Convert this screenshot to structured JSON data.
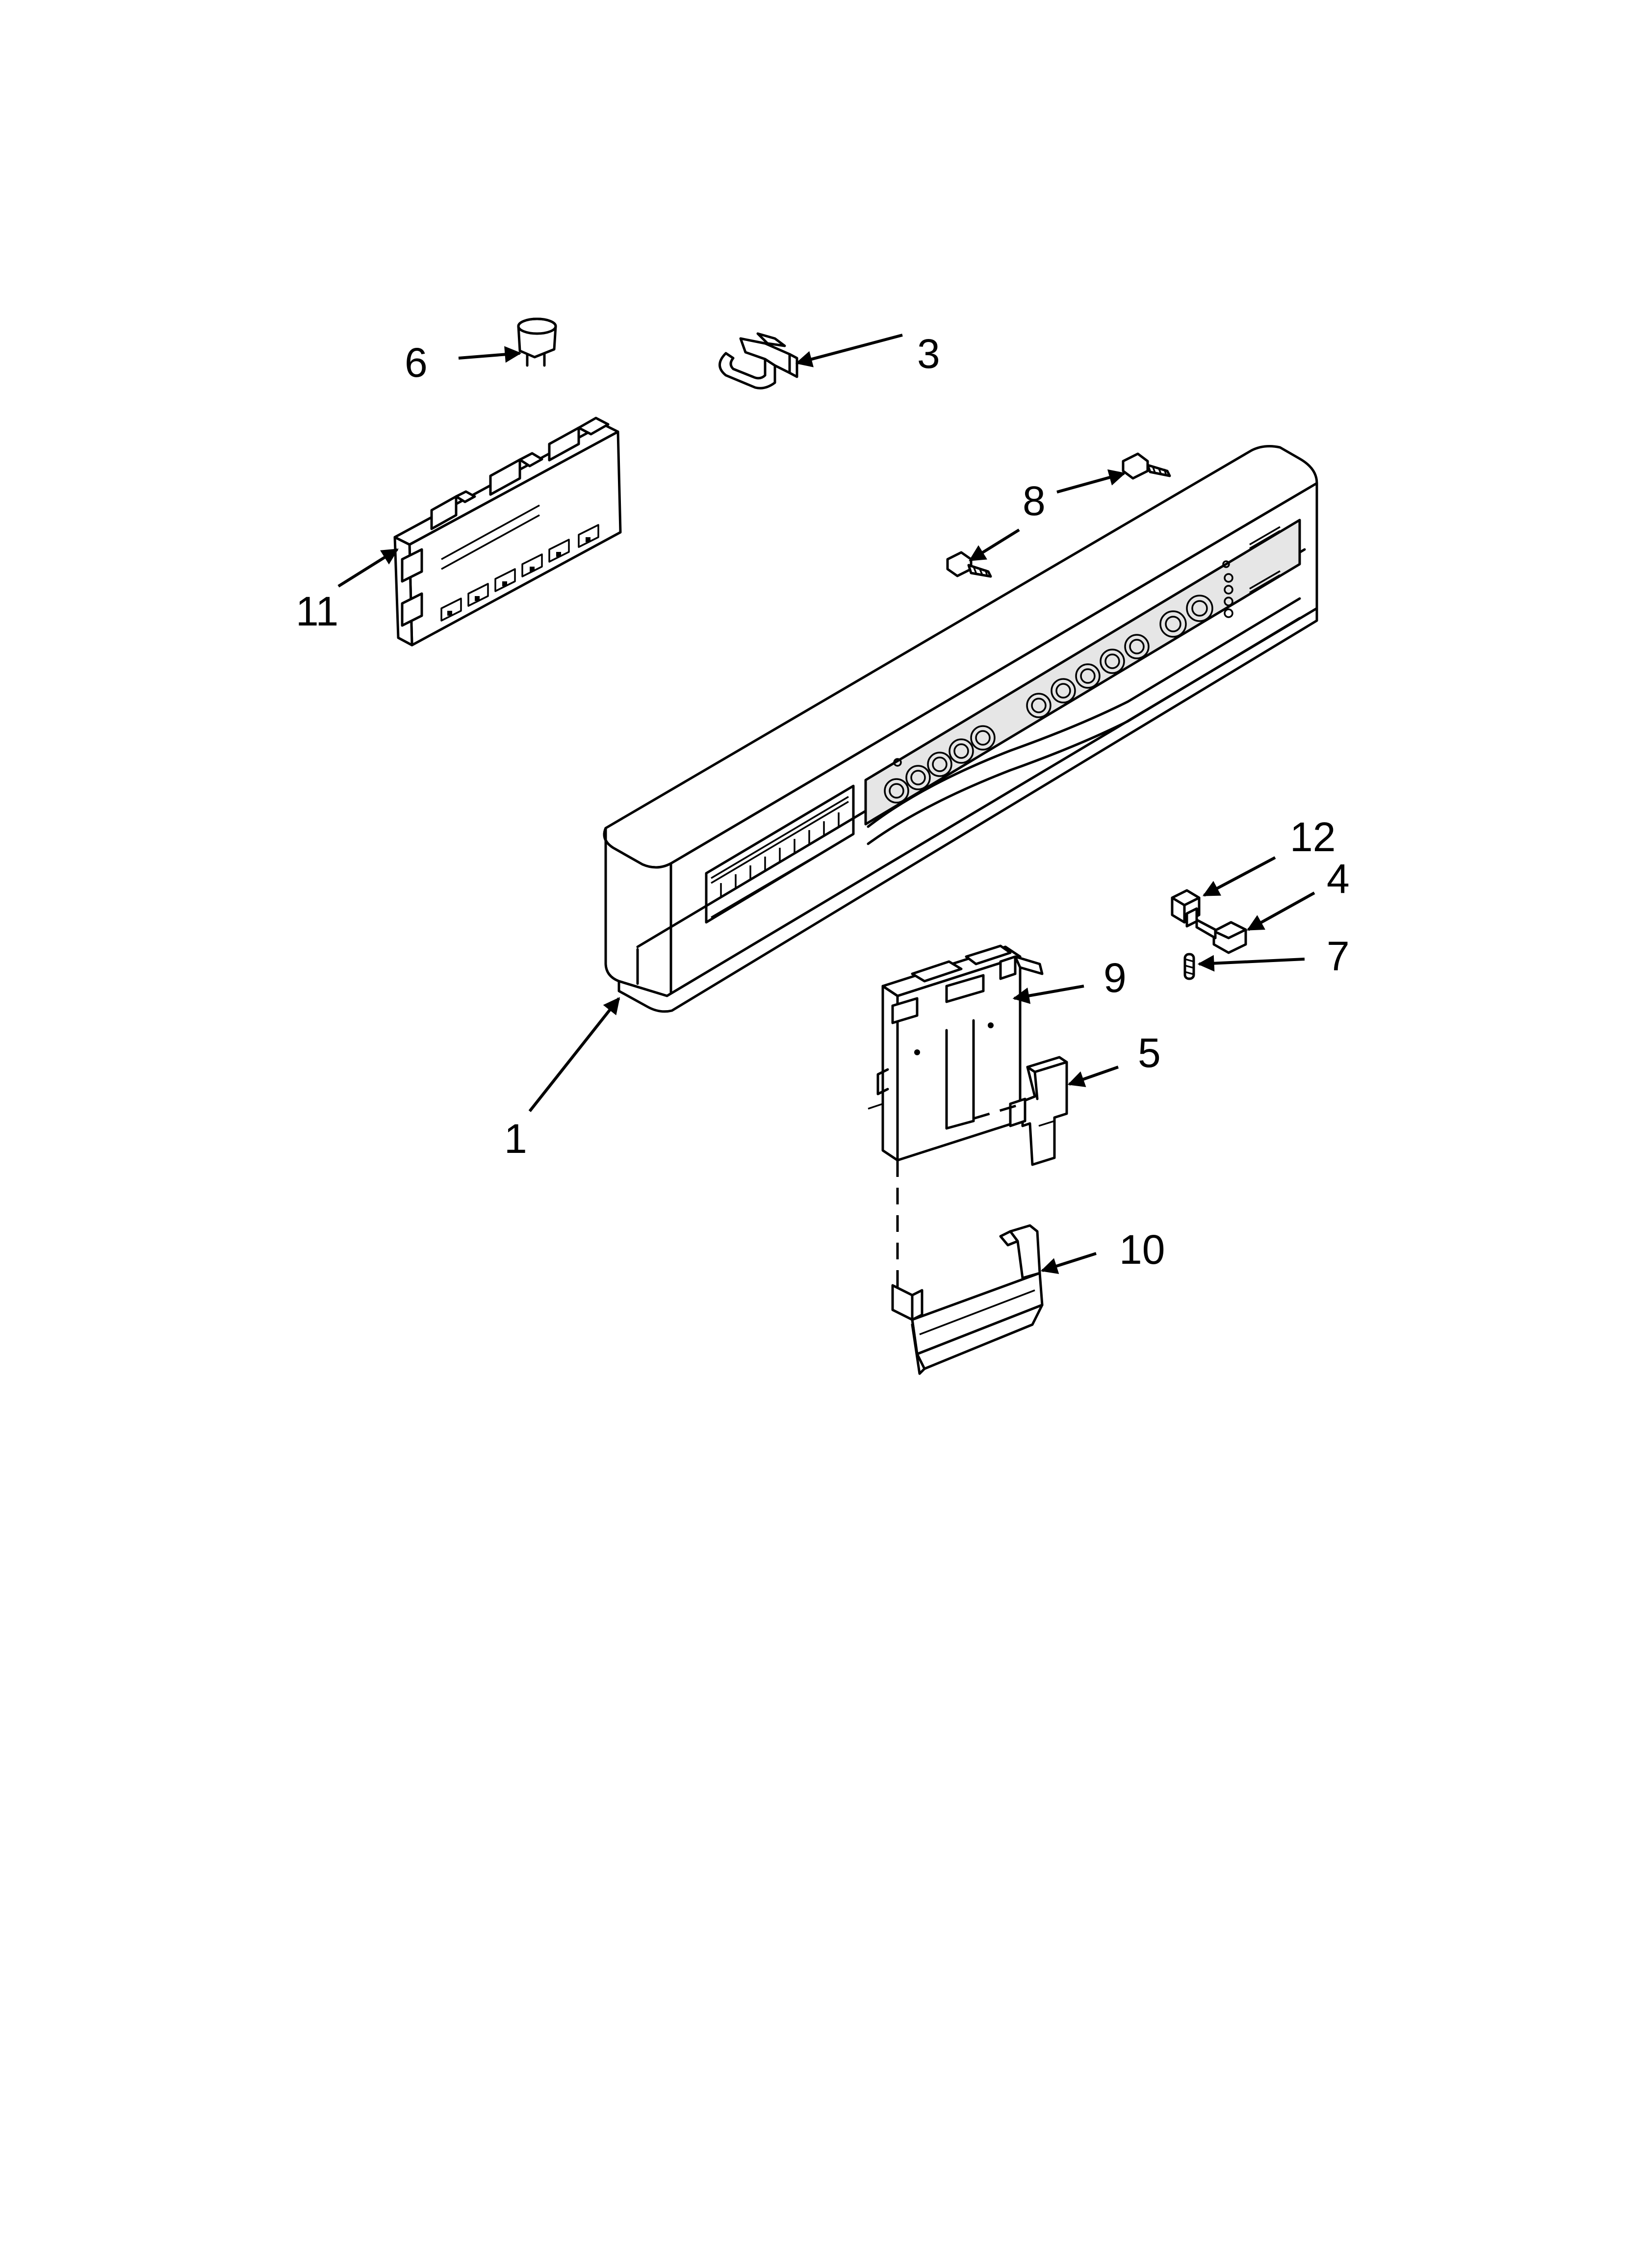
{
  "callouts": [
    {
      "id": "1",
      "label": "1"
    },
    {
      "id": "3",
      "label": "3"
    },
    {
      "id": "4",
      "label": "4"
    },
    {
      "id": "5",
      "label": "5"
    },
    {
      "id": "6",
      "label": "6"
    },
    {
      "id": "7",
      "label": "7"
    },
    {
      "id": "8",
      "label": "8"
    },
    {
      "id": "9",
      "label": "9"
    },
    {
      "id": "10",
      "label": "10"
    },
    {
      "id": "11",
      "label": "11"
    },
    {
      "id": "12",
      "label": "12"
    }
  ]
}
